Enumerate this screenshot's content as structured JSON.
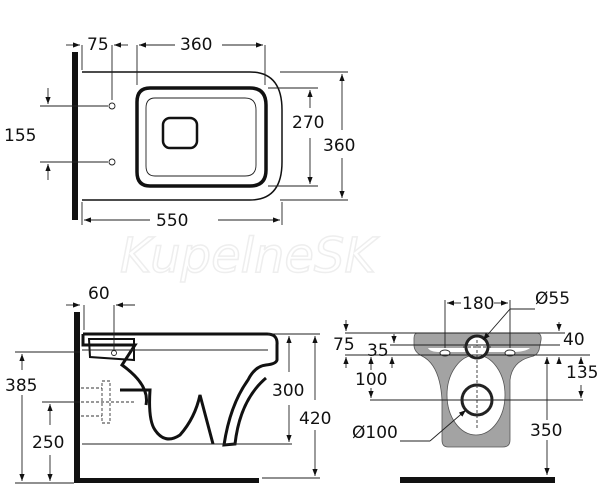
{
  "watermark": "KupelneSK",
  "top_view": {
    "dims": {
      "wall_to_hole": "75",
      "seat_length": "360",
      "seat_width": "270",
      "total_width": "360",
      "hole_spacing": "155",
      "total_length": "550"
    }
  },
  "side_view": {
    "dims": {
      "hole_offset": "60",
      "hole_height": "385",
      "outlet_height": "250",
      "bowl_height": "300",
      "rim_height": "420"
    }
  },
  "front_view": {
    "dims": {
      "bolt_spacing": "180",
      "inlet_diameter": "Ø55",
      "top_to_bolts": "75",
      "top_to_inlet": "35",
      "inlet_offset": "40",
      "inlet_to_outlet": "100",
      "bolt_to_outlet": "135",
      "bolt_to_floor": "350",
      "outlet_diameter": "Ø100"
    }
  },
  "colors": {
    "fill": "#a3a3a3",
    "line": "#111111"
  }
}
